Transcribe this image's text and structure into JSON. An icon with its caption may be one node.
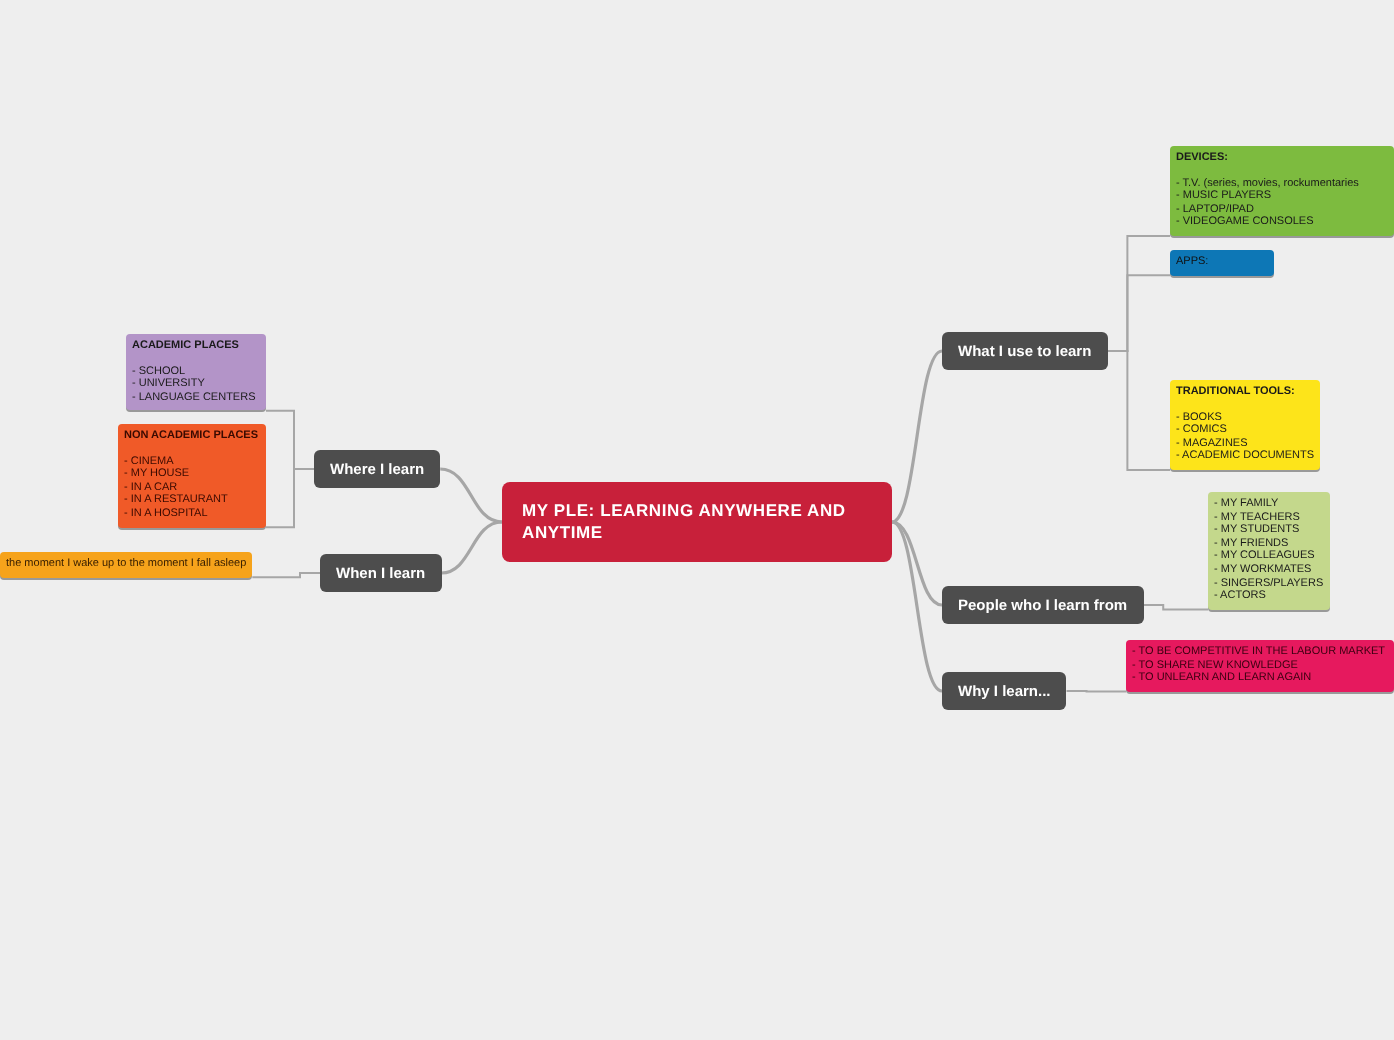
{
  "diagram": {
    "nodes": [
      {
        "text": [
          "MY PLE: LEARNING ANYWHERE AND ANYTIME"
        ]
      },
      {
        "text": [
          "What I use to learn"
        ]
      },
      {
        "text": [
          "DEVICES:",
          "- T.V. (series, movies, rockumentaries",
          "- MUSIC PLAYERS",
          "- LAPTOP/IPAD",
          "- VIDEOGAME CONSOLES"
        ]
      },
      {
        "text": [
          "APPS:"
        ]
      },
      {
        "text": [
          "TRADITIONAL TOOLS:",
          "- BOOKS",
          "- COMICS",
          "- MAGAZINES",
          "- ACADEMIC DOCUMENTS"
        ]
      },
      {
        "text": [
          "People who I learn from"
        ]
      },
      {
        "text": [
          "- MY FAMILY",
          "- MY TEACHERS",
          "- MY STUDENTS",
          "- MY FRIENDS",
          "- MY COLLEAGUES",
          "- MY WORKMATES",
          "- SINGERS/PLAYERS",
          "- ACTORS"
        ]
      },
      {
        "text": [
          "Why I learn..."
        ]
      },
      {
        "text": [
          "- TO BE COMPETITIVE IN THE LABOUR MARKET",
          "- TO SHARE NEW KNOWLEDGE",
          "- TO UNLEARN AND LEARN AGAIN"
        ]
      },
      {
        "text": [
          "Where I learn"
        ]
      },
      {
        "text": [
          "ACADEMIC PLACES",
          "- SCHOOL",
          "- UNIVERSITY",
          "- LANGUAGE CENTERS"
        ]
      },
      {
        "text": [
          "NON ACADEMIC PLACES",
          "- CINEMA",
          "- MY HOUSE",
          "- IN A CAR",
          "- IN A RESTAURANT",
          "- IN A HOSPITAL"
        ]
      },
      {
        "text": [
          "When I learn"
        ]
      },
      {
        "text": [
          "the moment I wake up to the moment I fall asleep"
        ]
      }
    ],
    "edges": [
      {
        "from": 0,
        "to": 1,
        "arrow": "none"
      },
      {
        "from": 0,
        "to": 5,
        "arrow": "none"
      },
      {
        "from": 0,
        "to": 7,
        "arrow": "none"
      },
      {
        "from": 0,
        "to": 9,
        "arrow": "none"
      },
      {
        "from": 0,
        "to": 12,
        "arrow": "none"
      },
      {
        "from": 1,
        "to": 2,
        "arrow": "none"
      },
      {
        "from": 1,
        "to": 3,
        "arrow": "none"
      },
      {
        "from": 1,
        "to": 4,
        "arrow": "none"
      },
      {
        "from": 5,
        "to": 6,
        "arrow": "none"
      },
      {
        "from": 7,
        "to": 8,
        "arrow": "none"
      },
      {
        "from": 9,
        "to": 10,
        "arrow": "none"
      },
      {
        "from": 9,
        "to": 11,
        "arrow": "none"
      },
      {
        "from": 12,
        "to": 13,
        "arrow": "none"
      }
    ]
  }
}
